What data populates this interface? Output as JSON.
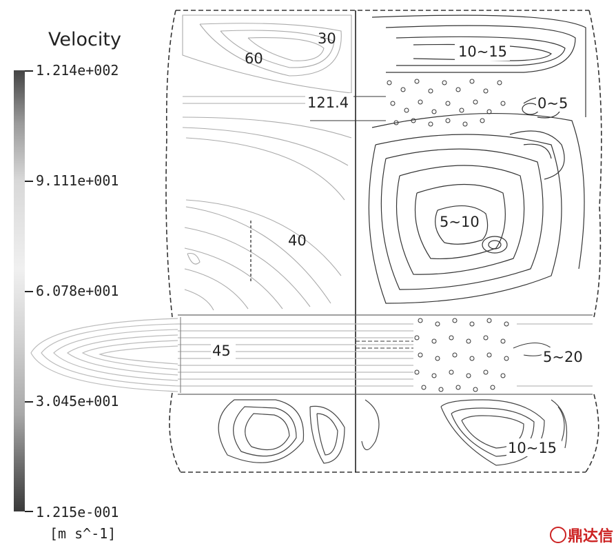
{
  "legend": {
    "title": "Velocity",
    "ticks": [
      "1.214e+002",
      "9.111e+001",
      "6.078e+001",
      "3.045e+001",
      "1.215e-001"
    ],
    "unit": "[m s^-1]"
  },
  "labels": {
    "top_left_small": "30",
    "top_left_large": "60",
    "slot_jet": "121.4",
    "upper_right_top": "10~15",
    "upper_right_corner": "0~5",
    "upper_right_center": "5~10",
    "left_middle": "40",
    "main_jet": "45",
    "jet_right": "5~20",
    "bottom_right": "10~15"
  },
  "watermark": "鼎达信"
}
